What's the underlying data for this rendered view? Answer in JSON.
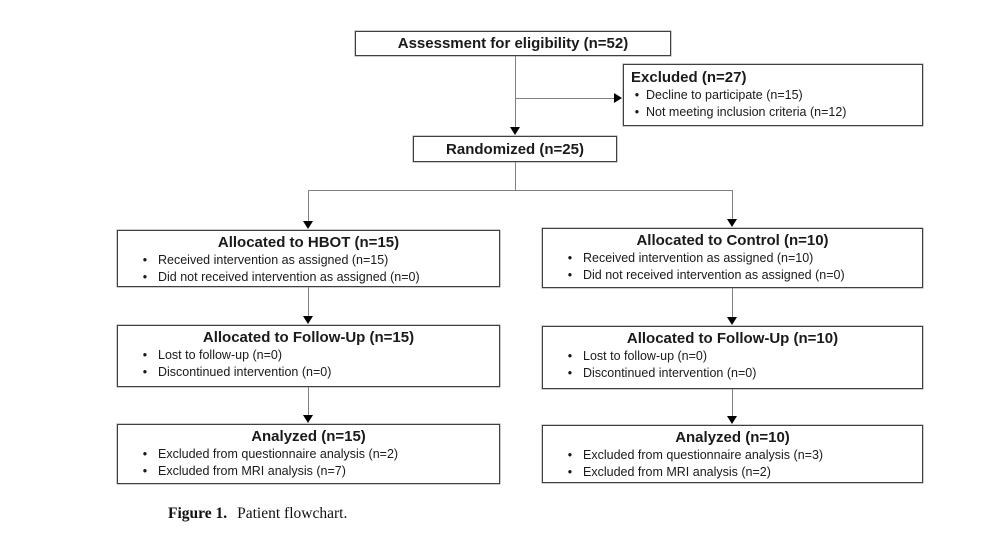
{
  "figure": {
    "caption_label": "Figure 1.",
    "caption_text": "Patient flowchart."
  },
  "nodes": {
    "assessment": {
      "title": "Assessment for eligibility (n=52)"
    },
    "excluded": {
      "title": "Excluded (n=27)",
      "bullets": [
        "Decline to participate (n=15)",
        "Not meeting inclusion criteria (n=12)"
      ]
    },
    "randomized": {
      "title": "Randomized (n=25)"
    },
    "allocated_hbot": {
      "title": "Allocated to HBOT (n=15)",
      "bullets": [
        "Received intervention as assigned (n=15)",
        "Did not received intervention as assigned (n=0)"
      ]
    },
    "allocated_control": {
      "title": "Allocated to Control (n=10)",
      "bullets": [
        "Received intervention as assigned (n=10)",
        "Did not received intervention as assigned (n=0)"
      ]
    },
    "followup_hbot": {
      "title": "Allocated to Follow-Up (n=15)",
      "bullets": [
        "Lost to follow-up (n=0)",
        "Discontinued intervention (n=0)"
      ]
    },
    "followup_control": {
      "title": "Allocated to Follow-Up (n=10)",
      "bullets": [
        "Lost to follow-up (n=0)",
        "Discontinued intervention (n=0)"
      ]
    },
    "analyzed_hbot": {
      "title": "Analyzed (n=15)",
      "bullets": [
        "Excluded from questionnaire analysis (n=2)",
        "Excluded from MRI analysis (n=7)"
      ]
    },
    "analyzed_control": {
      "title": "Analyzed (n=10)",
      "bullets": [
        "Excluded from questionnaire analysis (n=3)",
        "Excluded from MRI analysis (n=2)"
      ]
    }
  },
  "colors": {
    "box_border": "#3f3f3f",
    "connector_line": "#808080",
    "arrowhead": "#000000",
    "background": "#ffffff",
    "text": "#1a1a1a"
  }
}
